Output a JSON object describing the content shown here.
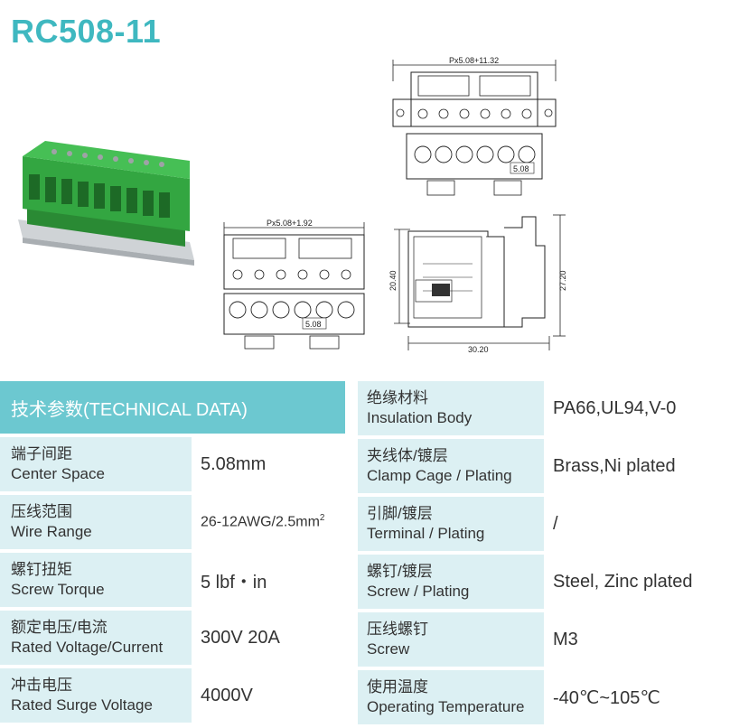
{
  "title": "RC508-11",
  "drawings": {
    "top_dim": "Px5.08+11.32",
    "front_dim": "Px5.08+1.92",
    "pitch_top": "5.08",
    "pitch_front": "5.08",
    "side_height": "20.40",
    "side_total_height": "27.20",
    "side_width": "30.20"
  },
  "tech": {
    "header": "技术参数(TECHNICAL DATA)",
    "left_rows": [
      {
        "cn": "端子间距",
        "en": "Center Space",
        "value": "5.08mm"
      },
      {
        "cn": "压线范围",
        "en": "Wire Range",
        "value": "26-12AWG/2.5mm",
        "sup": "2"
      },
      {
        "cn": "螺钉扭矩",
        "en": "Screw Torque",
        "value": "5 lbf・in"
      },
      {
        "cn": "额定电压/电流",
        "en": "Rated Voltage/Current",
        "value": "300V 20A"
      },
      {
        "cn": "冲击电压",
        "en": "Rated Surge Voltage",
        "value": "4000V"
      }
    ],
    "right_rows": [
      {
        "cn": "绝缘材料",
        "en": "Insulation Body",
        "value": "PA66,UL94,V-0"
      },
      {
        "cn": "夹线体/镀层",
        "en": "Clamp Cage / Plating",
        "value": "Brass,Ni plated"
      },
      {
        "cn": "引脚/镀层",
        "en": "Terminal / Plating",
        "value": "/"
      },
      {
        "cn": "螺钉/镀层",
        "en": "Screw / Plating",
        "value": "Steel, Zinc plated"
      },
      {
        "cn": "压线螺钉",
        "en": "Screw",
        "value": "M3"
      },
      {
        "cn": "使用温度",
        "en": "Operating Temperature",
        "value": "-40℃~105℃"
      }
    ]
  },
  "colors": {
    "accent": "#3fb8c0",
    "header_bg": "#6cc8d0",
    "label_bg": "#dcf0f3",
    "product_green": "#2f9a3a"
  }
}
